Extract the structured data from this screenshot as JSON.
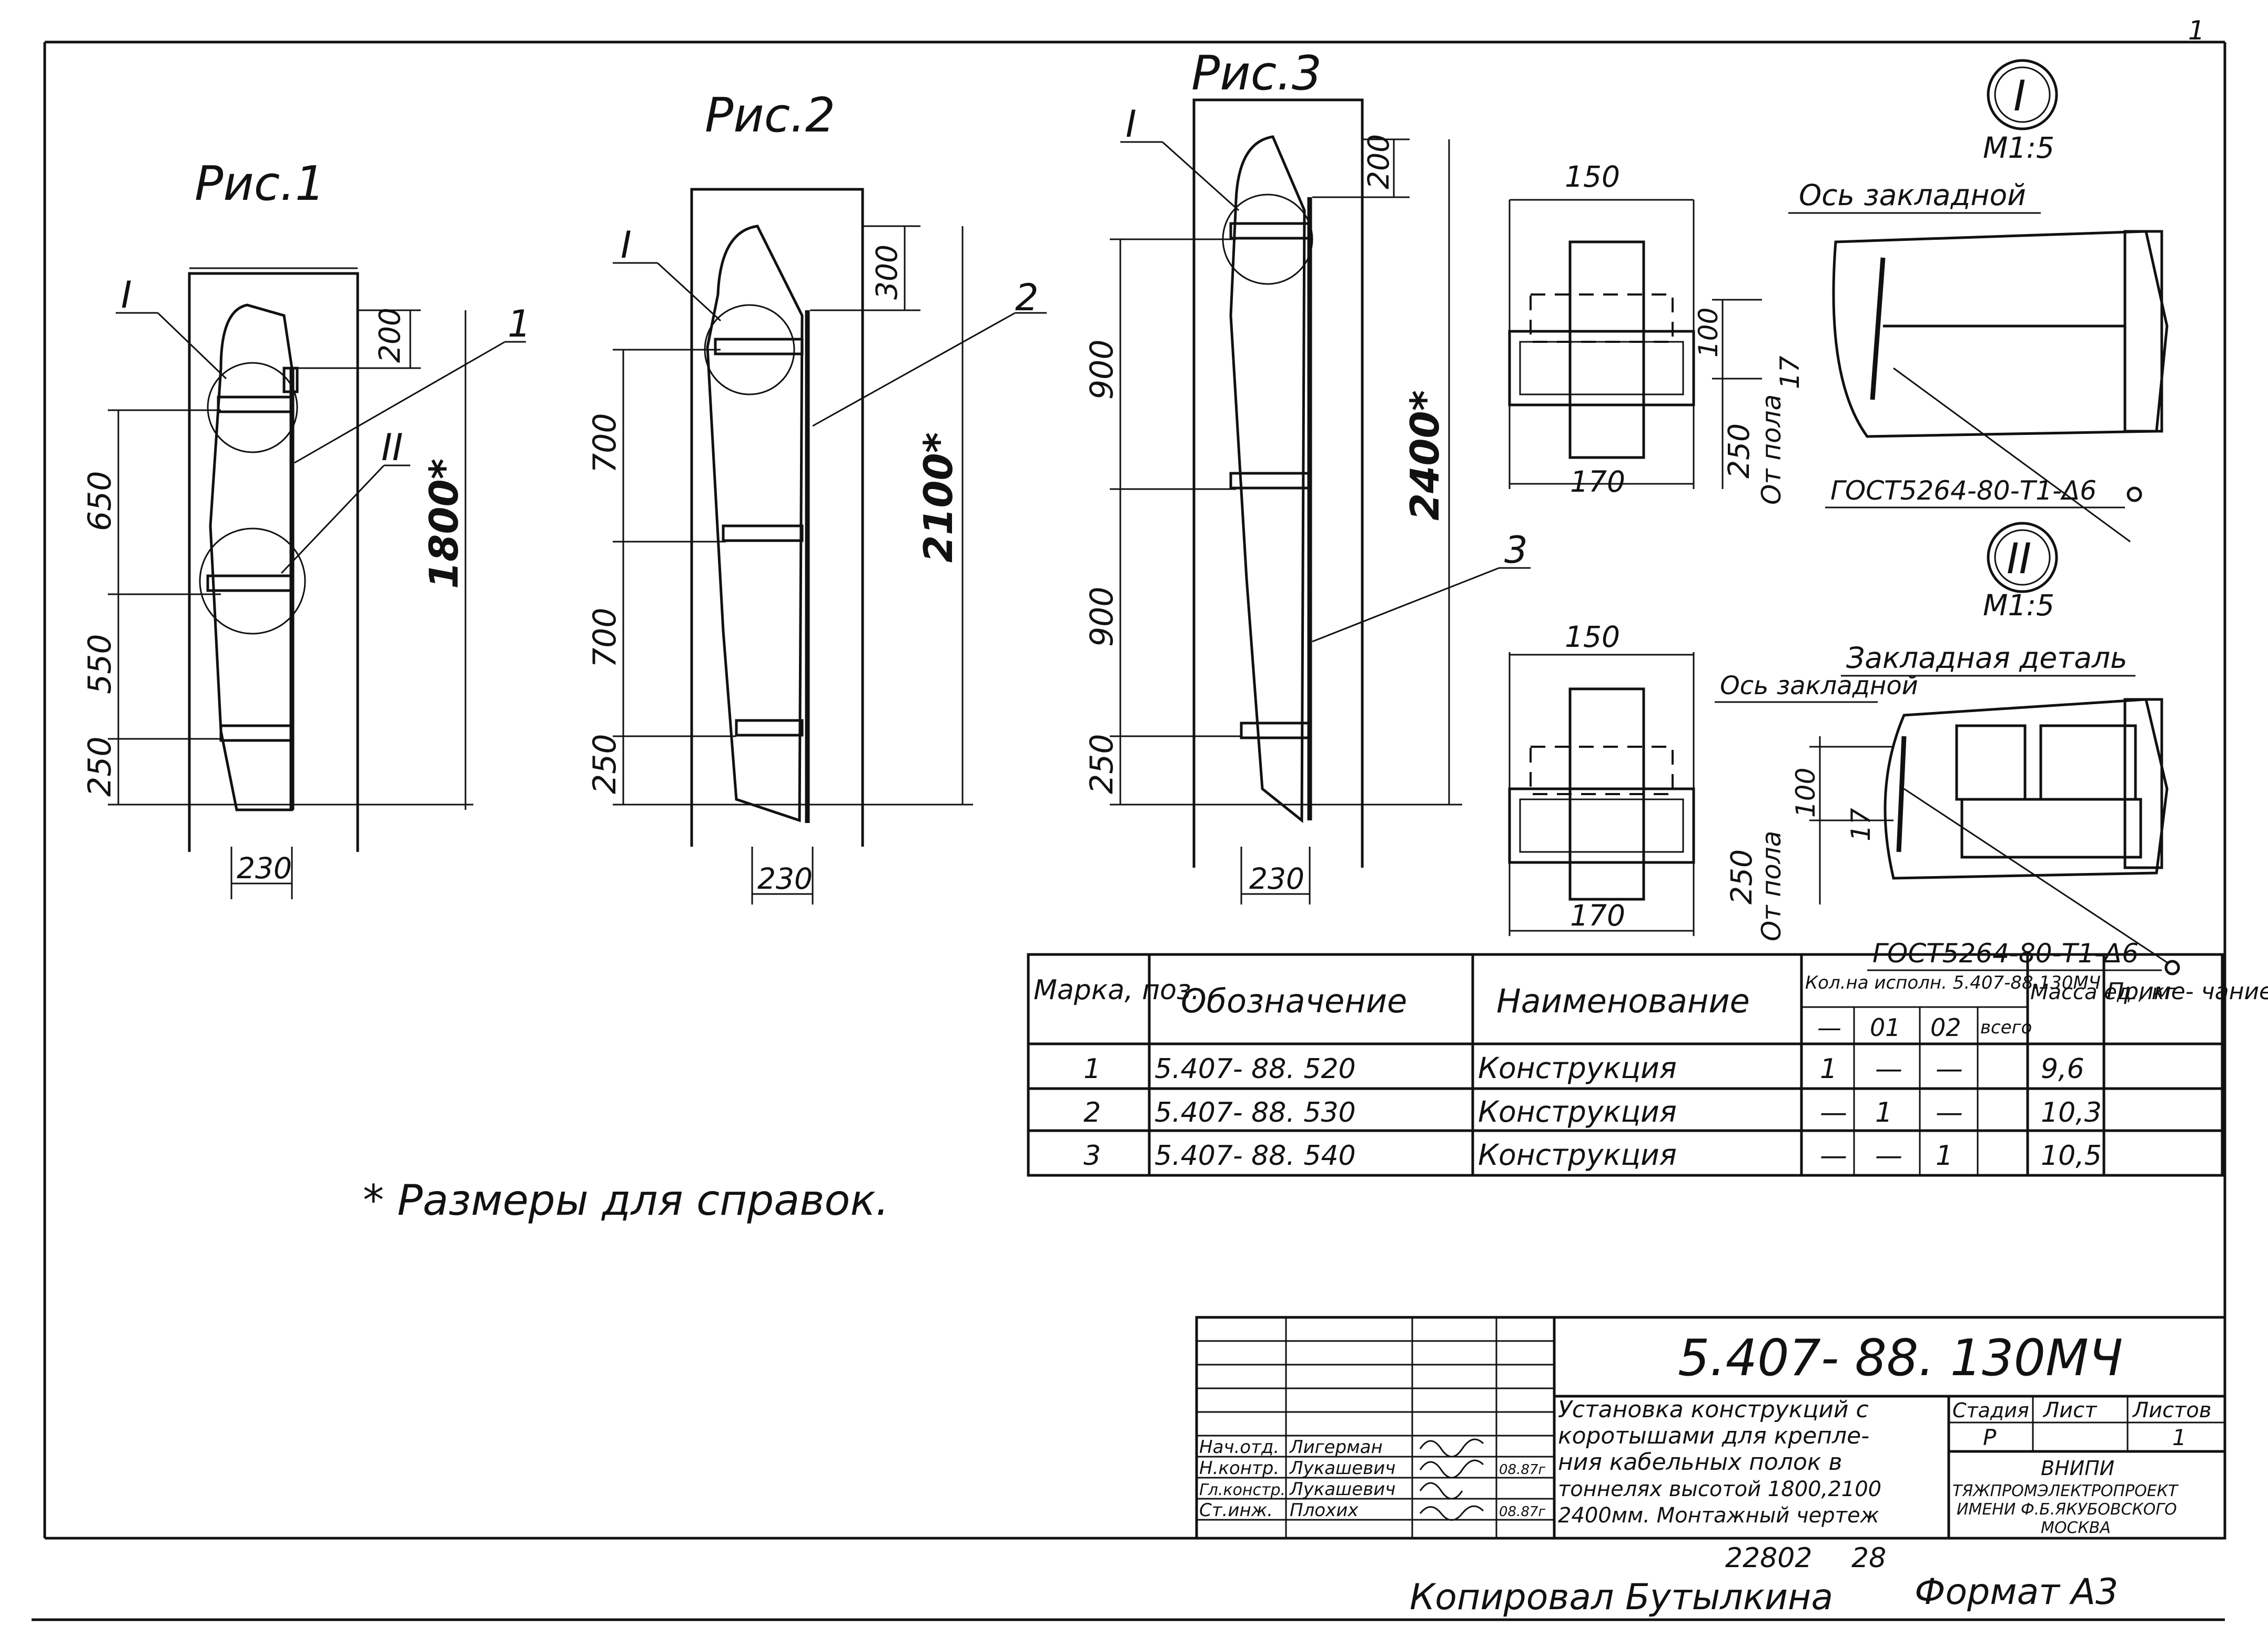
{
  "page_number": "1",
  "figures": {
    "fig1": {
      "title": "Рис.1",
      "callouts": [
        "I",
        "II",
        "1"
      ],
      "dims": [
        "200",
        "650",
        "550",
        "250",
        "230"
      ],
      "height_dim": "1800*"
    },
    "fig2": {
      "title": "Рис.2",
      "callouts": [
        "I",
        "2"
      ],
      "dims": [
        "300",
        "700",
        "700",
        "250",
        "230"
      ],
      "height_dim": "2100*"
    },
    "fig3": {
      "title": "Рис.3",
      "callouts": [
        "I",
        "3"
      ],
      "dims": [
        "200",
        "900",
        "900",
        "250",
        "230"
      ],
      "height_dim": "2400*"
    }
  },
  "details": {
    "detail1": {
      "mark": "I",
      "scale": "М1:5",
      "axis_label": "Ось закладной",
      "dims": [
        "150",
        "170",
        "100",
        "17"
      ],
      "floor_dim": "250",
      "floor_label": "От пола",
      "weld": "ГОСТ5264-80-Т1-Δ6"
    },
    "detail2": {
      "mark": "II",
      "scale": "М1:5",
      "axis_label": "Ось закладной",
      "embedded_label": "Закладная деталь",
      "dims": [
        "150",
        "170",
        "100",
        "17"
      ],
      "floor_dim": "250",
      "floor_label": "От пола",
      "weld": "ГОСТ5264-80-Т1-Δ6"
    }
  },
  "spec_table": {
    "headers": {
      "mark": "Марка, поз.",
      "designation": "Обозначение",
      "name": "Наименование",
      "qty": "Кол.на исполн. 5.407-88.130МЧ",
      "qty_cols": [
        "—",
        "01",
        "02",
        "всего"
      ],
      "mass": "Масса ед., кг",
      "note": "Приме- чание"
    },
    "rows": [
      {
        "mark": "1",
        "designation": "5.407- 88. 520",
        "name": "Конструкция",
        "q0": "1",
        "q1": "—",
        "q2": "—",
        "total": "",
        "mass": "9,6",
        "note": ""
      },
      {
        "mark": "2",
        "designation": "5.407- 88. 530",
        "name": "Конструкция",
        "q0": "—",
        "q1": "1",
        "q2": "—",
        "total": "",
        "mass": "10,3",
        "note": ""
      },
      {
        "mark": "3",
        "designation": "5.407- 88. 540",
        "name": "Конструкция",
        "q0": "—",
        "q1": "—",
        "q2": "1",
        "total": "",
        "mass": "10,5",
        "note": ""
      }
    ]
  },
  "footnote": "* Размеры для справок.",
  "title_block": {
    "doc_code": "5.407- 88. 130МЧ",
    "description": [
      "Установка конструкций с",
      "коротышами для крепле-",
      "ния кабельных полок в",
      "тоннелях высотой 1800,2100",
      "2400мм. Монтажный чертеж"
    ],
    "stage_label": "Стадия",
    "sheet_label": "Лист",
    "sheets_label": "Листов",
    "stage": "Р",
    "sheets": "1",
    "org": [
      "ВНИПИ",
      "ТЯЖПРОМЭЛЕКТРОПРОЕКТ",
      "ИМЕНИ Ф.Б.ЯКУБОВСКОГО",
      "МОСКВА"
    ],
    "signers": [
      {
        "role": "Нач.отд.",
        "name": "Лигерман",
        "date": ""
      },
      {
        "role": "Н.контр.",
        "name": "Лукашевич",
        "date": "08.87г"
      },
      {
        "role": "Гл.констр.",
        "name": "Лукашевич",
        "date": ""
      },
      {
        "role": "Ст.инж.",
        "name": "Плохих",
        "date": "08.87г"
      }
    ]
  },
  "bottom": {
    "inv_number": "22802",
    "inv_number2": "28",
    "copied_by": "Копировал Бутылкина",
    "format": "Формат А3"
  }
}
